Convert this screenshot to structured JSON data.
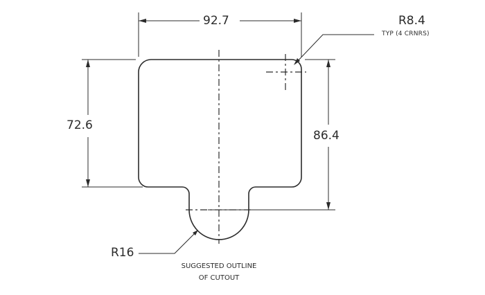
{
  "dimensions": {
    "width": "92.7",
    "height_left": "72.6",
    "height_right": "86.4",
    "corner_radius": "R8.4",
    "corner_note": "TYP (4 CRNRS)",
    "tab_radius": "R16"
  },
  "note": {
    "line1": "SUGGESTED OUTLINE",
    "line2": "OF CUTOUT"
  }
}
